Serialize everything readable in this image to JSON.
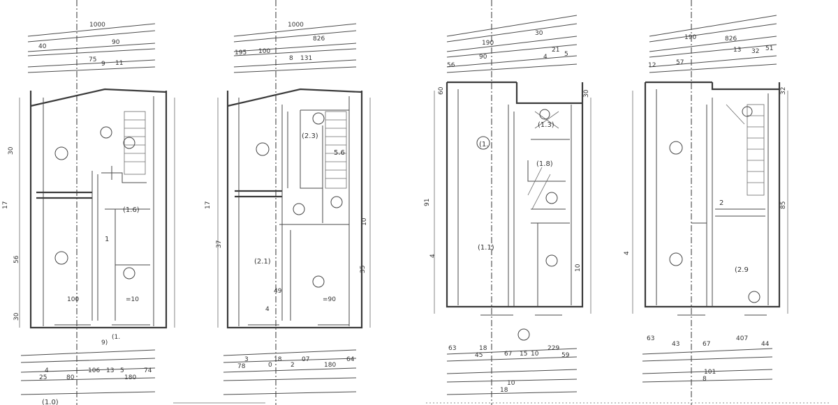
{
  "panels": [
    {
      "id": "plan-1",
      "top_dims": [
        "1000",
        "40",
        "90",
        "75",
        "9",
        "11"
      ],
      "side_dims": [
        "30",
        "17",
        "56",
        "30"
      ],
      "room_labels": [
        "(1.6)",
        "1",
        "(1.0)"
      ],
      "bottom_dims": [
        "(1.",
        "9)",
        "4",
        "25",
        "80",
        "106",
        "13",
        "5",
        "180",
        "74",
        "100",
        "=10"
      ]
    },
    {
      "id": "plan-2",
      "top_dims": [
        "1000",
        "195",
        "100",
        "8",
        "131",
        "826"
      ],
      "side_dims": [
        "17",
        "37",
        "10",
        "35"
      ],
      "room_labels": [
        "(2.3)",
        "5.6",
        "(2.1)",
        "=90",
        "49",
        "4"
      ],
      "bottom_dims": [
        "3",
        "78",
        "0",
        "18",
        "2",
        "07",
        "180",
        "64"
      ]
    },
    {
      "id": "plan-3",
      "top_dims": [
        "56",
        "90",
        "190",
        "21",
        "4",
        "30",
        "5"
      ],
      "side_dims": [
        "60",
        "91",
        "4",
        "30",
        "10"
      ],
      "room_labels": [
        "(1.",
        "(1.3)",
        "(1.8)",
        "(1.1)"
      ],
      "bottom_dims": [
        "63",
        "18",
        "45",
        "67",
        "15",
        "10",
        "229",
        "59",
        "10",
        "18"
      ]
    },
    {
      "id": "plan-4",
      "top_dims": [
        "190",
        "57",
        "12",
        "13",
        "51",
        "32",
        "826"
      ],
      "side_dims": [
        "4",
        "85",
        "32"
      ],
      "room_labels": [
        "(2.9",
        "2"
      ],
      "bottom_dims": [
        "63",
        "43",
        "67",
        "407",
        "44",
        "101",
        "8"
      ]
    }
  ],
  "colors": {
    "line": "#3a3a3a",
    "background": "#ffffff"
  }
}
